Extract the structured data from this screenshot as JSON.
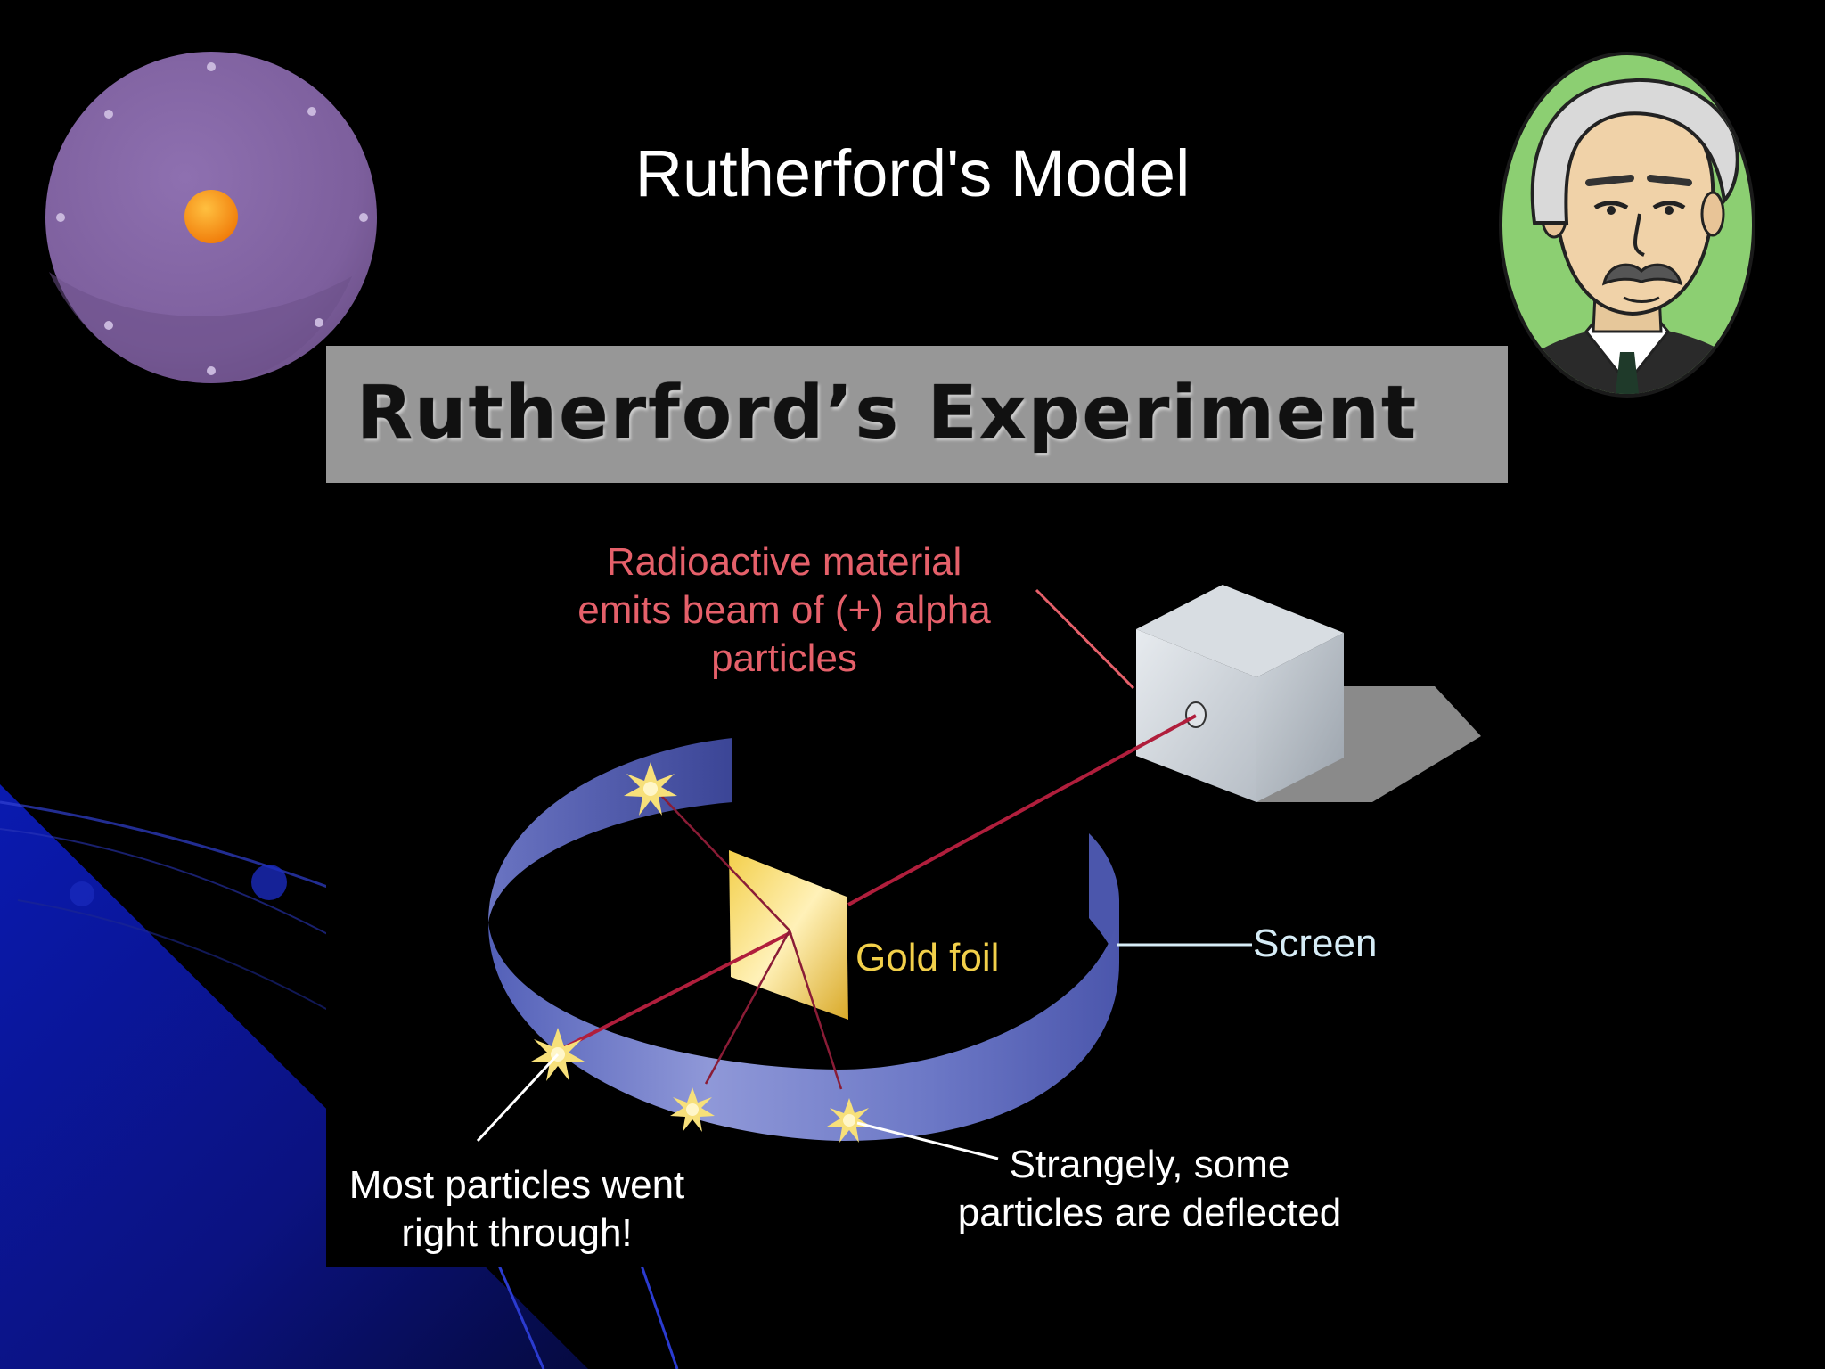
{
  "slide": {
    "title": "Rutherford's Model",
    "banner_title": "Rutherford’s Experiment"
  },
  "diagram": {
    "labels": {
      "source": "Radioactive material emits beam of (+) alpha particles",
      "source_lines": [
        "Radioactive material",
        "emits beam of (+) alpha",
        "particles"
      ],
      "gold_foil": "Gold foil",
      "screen": "Screen",
      "most_lines": [
        "Most particles went",
        "right through!"
      ],
      "deflected_lines": [
        "Strangely, some",
        "particles are deflected"
      ]
    }
  },
  "colors": {
    "background": "#000000",
    "banner": "#979797",
    "source_label": "#e5606a",
    "gold_label": "#f2d04a",
    "screen_label": "#d6ecf6",
    "beam": "#b01e3c",
    "atom_sphere": "#8466a4",
    "atom_nucleus": "#f59a16",
    "portrait_background": "#8ccf72",
    "screen_ring": "#6e78c8",
    "decor_blue": "#0a1ab0"
  },
  "icons": {
    "atom_model": "plum-pudding-atom-icon",
    "portrait": "rutherford-portrait-icon",
    "flash": "scintillation-flash-icon"
  }
}
